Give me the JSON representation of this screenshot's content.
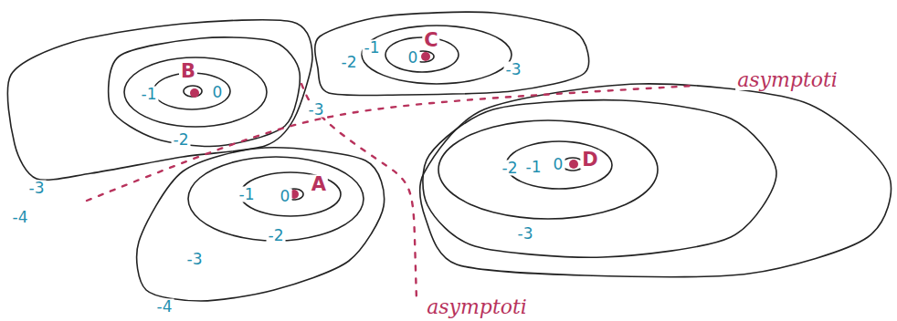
{
  "diagram": {
    "labels": [
      "B",
      "0",
      "-1",
      "-2",
      "-3",
      "-4",
      "C",
      "0",
      "-1",
      "-2",
      "-3",
      "-3",
      "A",
      "0",
      "-1",
      "-2",
      "-3",
      "-4",
      "D",
      "0",
      "-1",
      "-2",
      "-3",
      "asymptoti",
      "asymptoti"
    ]
  }
}
